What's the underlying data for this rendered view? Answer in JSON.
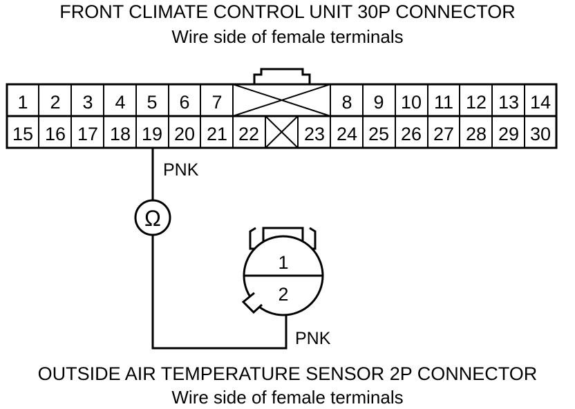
{
  "top_connector": {
    "title": "FRONT CLIMATE CONTROL UNIT 30P CONNECTOR",
    "subtitle": "Wire side of female terminals",
    "row1": [
      "1",
      "2",
      "3",
      "4",
      "5",
      "6",
      "7",
      "8",
      "9",
      "10",
      "11",
      "12",
      "13",
      "14"
    ],
    "row2": [
      "15",
      "16",
      "17",
      "18",
      "19",
      "20",
      "21",
      "22",
      "23",
      "24",
      "25",
      "26",
      "27",
      "28",
      "29",
      "30"
    ]
  },
  "bottom_connector": {
    "title": "OUTSIDE AIR TEMPERATURE SENSOR 2P CONNECTOR",
    "subtitle": "Wire side of female terminals",
    "terminals": [
      "1",
      "2"
    ]
  },
  "wires": {
    "upper_label": "PNK",
    "lower_label": "PNK"
  },
  "meter": {
    "symbol": "Ω",
    "icon": "ohmmeter-icon"
  }
}
